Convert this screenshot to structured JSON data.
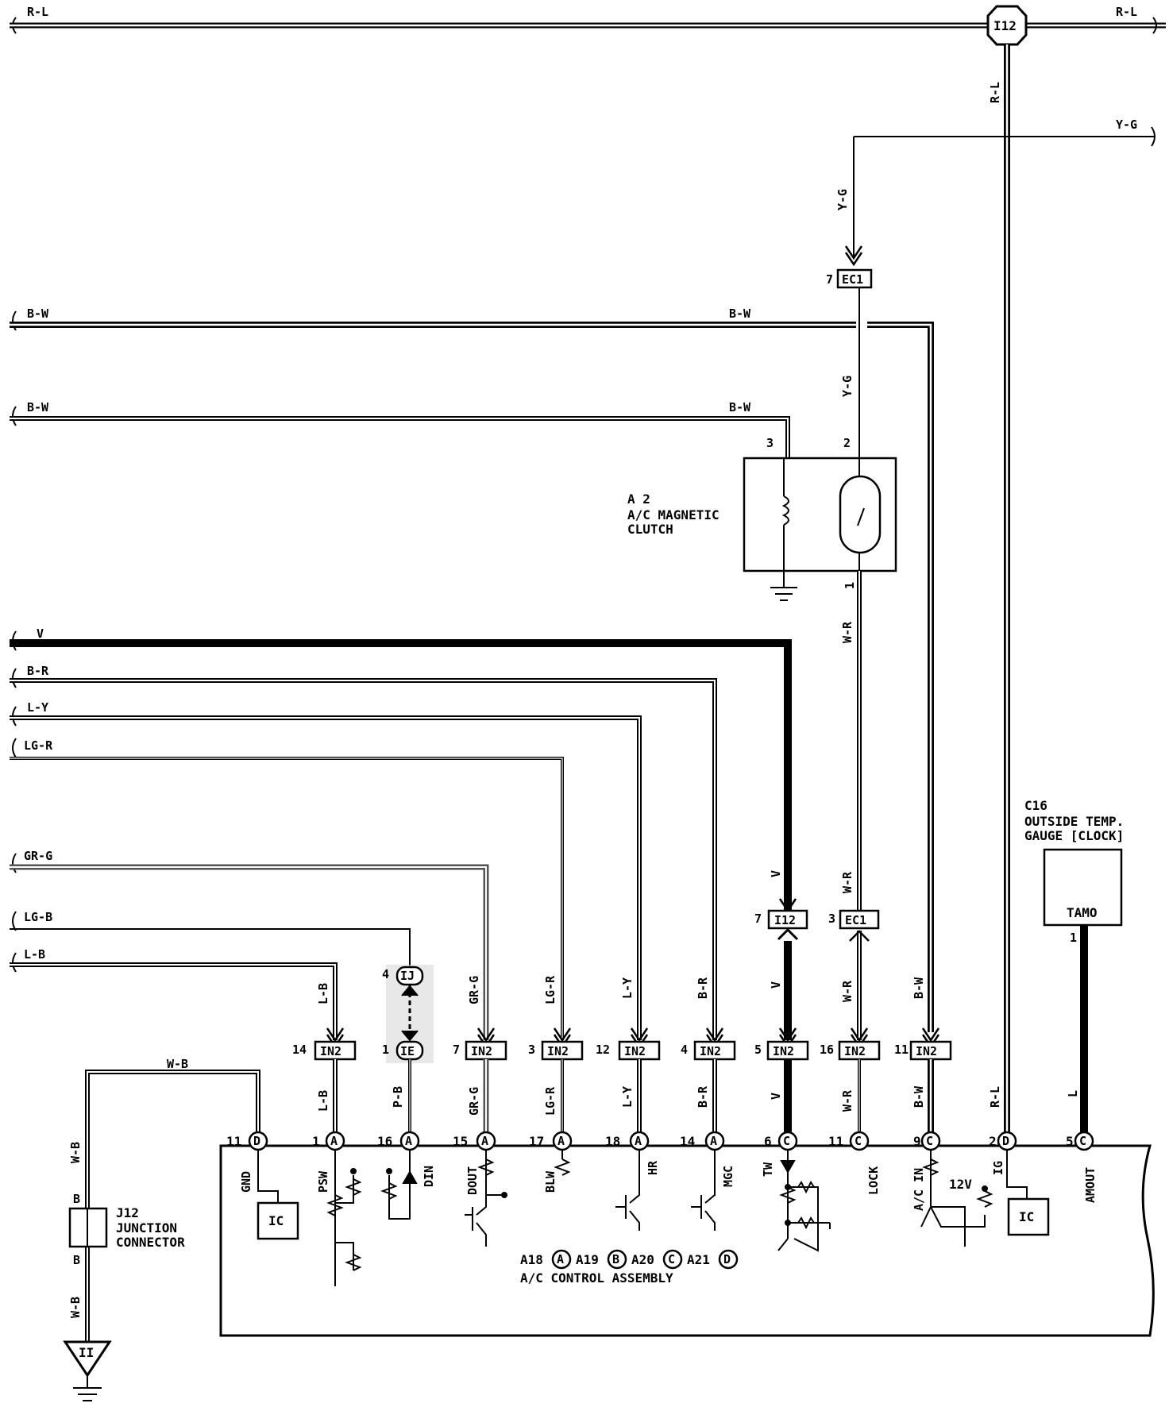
{
  "top_harness": {
    "left_label": "R-L",
    "right_label": "R-L",
    "junction": "I12",
    "drop_label": "R-L"
  },
  "yg_line": {
    "right_label": "Y-G",
    "drop_label": "Y-G",
    "connector_pin": "7",
    "connector": "EC1",
    "below_label": "Y-G"
  },
  "bw_upper": {
    "left_label": "B-W",
    "mid_label": "B-W"
  },
  "bw_lower": {
    "left_label": "B-W",
    "mid_label": "B-W"
  },
  "magnetic_clutch": {
    "id": "A 2",
    "name_line1": "A/C MAGNETIC",
    "name_line2": "CLUTCH",
    "pin_left": "3",
    "pin_right": "2",
    "pin_bottom": "1",
    "wire_below": "W-R"
  },
  "left_wires": [
    {
      "label": "V"
    },
    {
      "label": "B-R"
    },
    {
      "label": "L-Y"
    },
    {
      "label": "LG-R"
    },
    {
      "label": "GR-G"
    },
    {
      "label": "LG-B"
    },
    {
      "label": "L-B"
    }
  ],
  "gauge": {
    "id": "C16",
    "name_line1": "OUTSIDE TEMP.",
    "name_line2": "GAUGE [CLOCK]",
    "terminal": "TAMO",
    "pin": "1",
    "wire": "L"
  },
  "mid_connectors": [
    {
      "pin": "7",
      "conn": "I12",
      "wire_above": "V",
      "wire_below": "V"
    },
    {
      "pin": "3",
      "conn": "EC1",
      "wire_above": "W-R",
      "wire_below": "W-R"
    },
    {
      "pin": "4",
      "conn": "IJ"
    }
  ],
  "in2_connectors": [
    {
      "pin": "14",
      "conn": "IN2",
      "wire_above": "L-B",
      "wire_below": "L-B"
    },
    {
      "pin": "1",
      "conn": "IE",
      "wire_below": "P-B"
    },
    {
      "pin": "7",
      "conn": "IN2",
      "wire_above": "GR-G",
      "wire_below": "GR-G"
    },
    {
      "pin": "3",
      "conn": "IN2",
      "wire_above": "LG-R",
      "wire_below": "LG-R"
    },
    {
      "pin": "12",
      "conn": "IN2",
      "wire_above": "L-Y",
      "wire_below": "L-Y"
    },
    {
      "pin": "4",
      "conn": "IN2",
      "wire_above": "B-R",
      "wire_below": "B-R"
    },
    {
      "pin": "5",
      "conn": "IN2",
      "wire_below": "V"
    },
    {
      "pin": "16",
      "conn": "IN2",
      "wire_below": "W-R"
    },
    {
      "pin": "11",
      "conn": "IN2",
      "wire_above": "B-W",
      "wire_below": "B-W"
    }
  ],
  "control_pins": [
    {
      "num": "11",
      "letter": "D",
      "func": "GND"
    },
    {
      "num": "1",
      "letter": "A",
      "func": "PSW"
    },
    {
      "num": "16",
      "letter": "A",
      "func": "DIN"
    },
    {
      "num": "15",
      "letter": "A",
      "func": "DOUT"
    },
    {
      "num": "17",
      "letter": "A",
      "func": "BLW"
    },
    {
      "num": "18",
      "letter": "A",
      "func": "HR"
    },
    {
      "num": "14",
      "letter": "A",
      "func": "MGC"
    },
    {
      "num": "6",
      "letter": "C",
      "func": "TW"
    },
    {
      "num": "11",
      "letter": "C",
      "func": "LOCK"
    },
    {
      "num": "9",
      "letter": "C",
      "func": "A/C IN"
    },
    {
      "num": "2",
      "letter": "D",
      "func": "IG"
    },
    {
      "num": "5",
      "letter": "C",
      "func": "AMOUT"
    }
  ],
  "ig_wire": "R-L",
  "gnd_wire": "W-B",
  "ic_label": "IC",
  "v12_label": "12V",
  "assembly": {
    "codes": [
      {
        "id": "A18",
        "letter": "A"
      },
      {
        "id": "A19",
        "letter": "B"
      },
      {
        "id": "A20",
        "letter": "C"
      },
      {
        "id": "A21",
        "letter": "D"
      }
    ],
    "name": "A/C CONTROL ASSEMBLY"
  },
  "junction_connector": {
    "id": "J12",
    "name_line1": "JUNCTION",
    "name_line2": "CONNECTOR",
    "pin_top": "B",
    "pin_bottom": "B",
    "wire_top": "W-B",
    "wire_bottom": "W-B"
  },
  "ground_point": "II"
}
